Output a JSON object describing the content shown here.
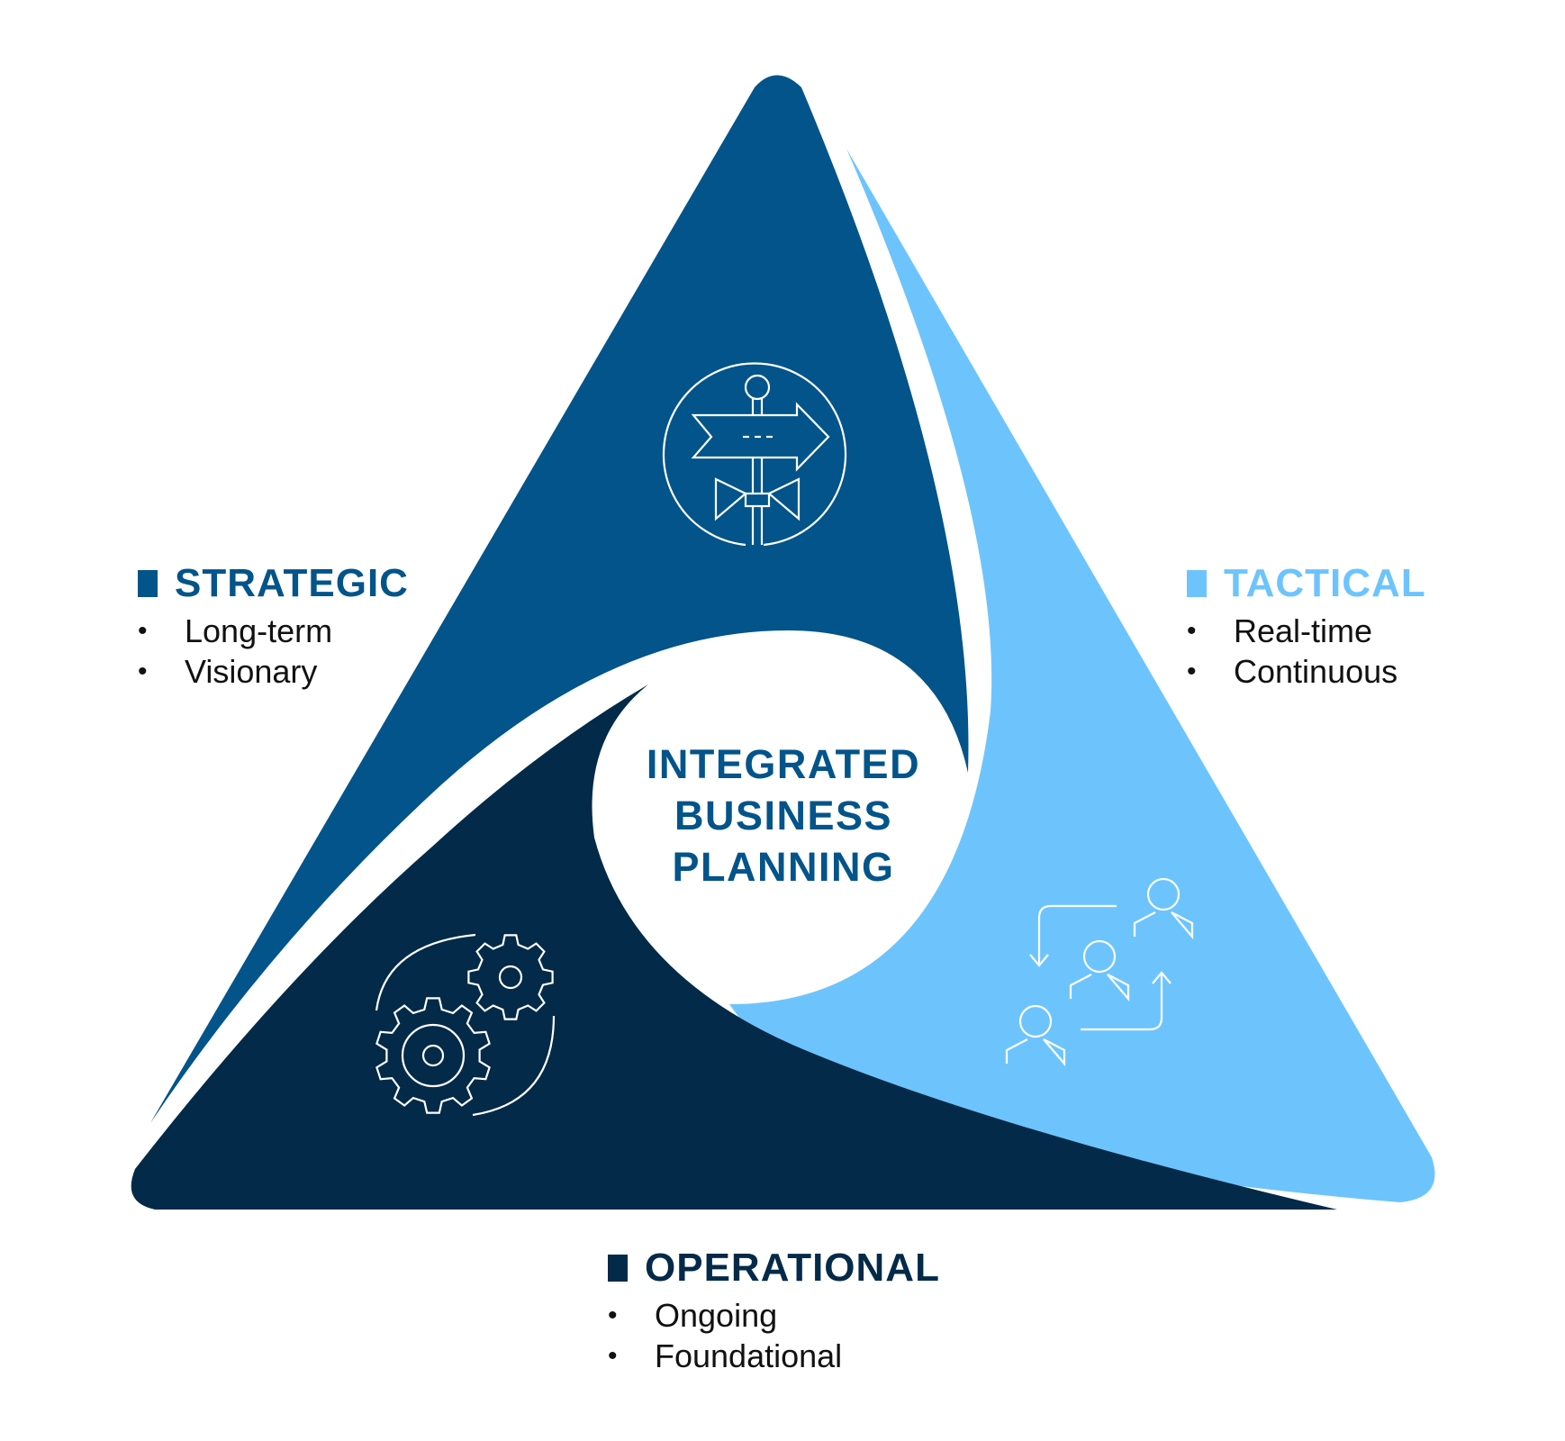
{
  "colors": {
    "strategic": "#02548A",
    "tactical": "#6DC4FD",
    "operational": "#032A48",
    "center_text": "#02548A",
    "background": "#FFFFFF",
    "icon_line": "#FFFFFF"
  },
  "center": {
    "lines": [
      "INTEGRATED",
      "BUSINESS",
      "PLANNING"
    ]
  },
  "segments": {
    "strategic": {
      "title": "STRATEGIC",
      "items": [
        "Long-term",
        "Visionary"
      ],
      "icon": "signpost-icon"
    },
    "tactical": {
      "title": "TACTICAL",
      "items": [
        "Real-time",
        "Continuous"
      ],
      "icon": "people-exchange-icon"
    },
    "operational": {
      "title": "OPERATIONAL",
      "items": [
        "Ongoing",
        "Foundational"
      ],
      "icon": "gears-icon"
    }
  }
}
